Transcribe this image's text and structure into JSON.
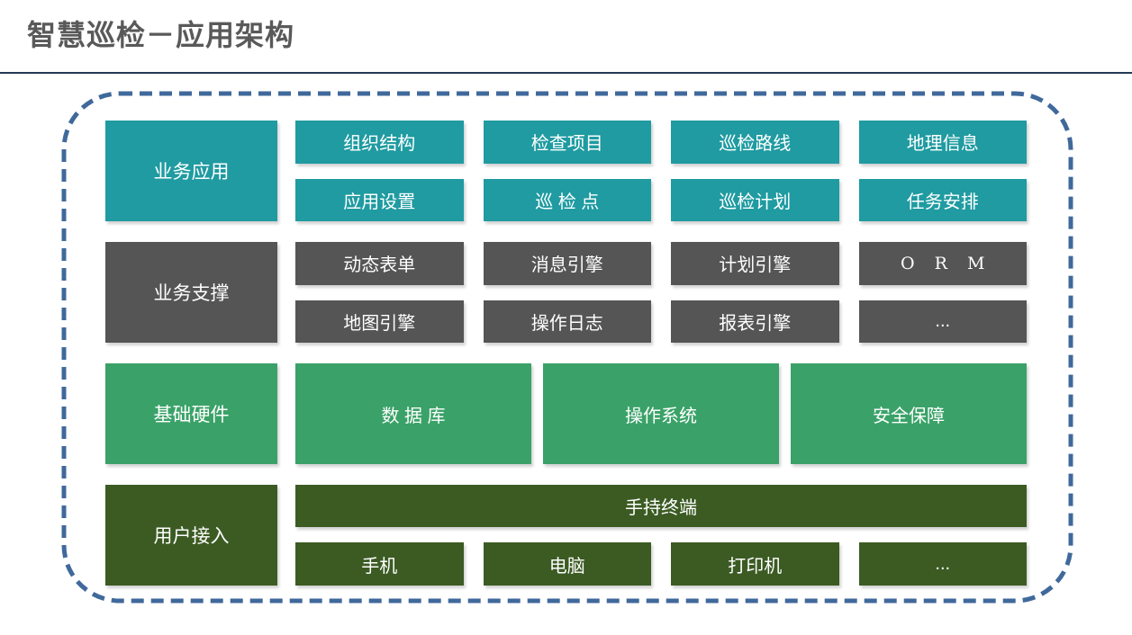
{
  "page": {
    "title": "智慧巡检－应用架构"
  },
  "colors": {
    "teal": "#1f9ba1",
    "gray": "#555555",
    "green": "#3aa268",
    "dark_green": "#3b5b23",
    "dash_border": "#40699b",
    "title_text": "#595959",
    "title_rule": "#233a54",
    "block_text": "#ffffff"
  },
  "diagram": {
    "layers": [
      {
        "name": "business-application",
        "label": "业务应用",
        "color_key": "teal",
        "item_rows": [
          [
            "组织结构",
            "检查项目",
            "巡检路线",
            "地理信息"
          ],
          [
            "应用设置",
            "巡 检 点",
            "巡检计划",
            "任务安排"
          ]
        ]
      },
      {
        "name": "business-support",
        "label": "业务支撑",
        "color_key": "gray",
        "item_rows": [
          [
            "动态表单",
            "消息引擎",
            "计划引擎",
            {
              "label": "O R M",
              "style": "serif"
            }
          ],
          [
            "地图引擎",
            "操作日志",
            "报表引擎",
            "..."
          ]
        ]
      },
      {
        "name": "basic-hardware",
        "label": "基础硬件",
        "color_key": "green",
        "wide_items": [
          "数 据 库",
          "操作系统",
          "安全保障"
        ]
      },
      {
        "name": "user-access",
        "label": "用户接入",
        "color_key": "dark_green",
        "banner": "手持终端",
        "item_rows": [
          [
            "手机",
            "电脑",
            "打印机",
            "..."
          ]
        ]
      }
    ]
  }
}
